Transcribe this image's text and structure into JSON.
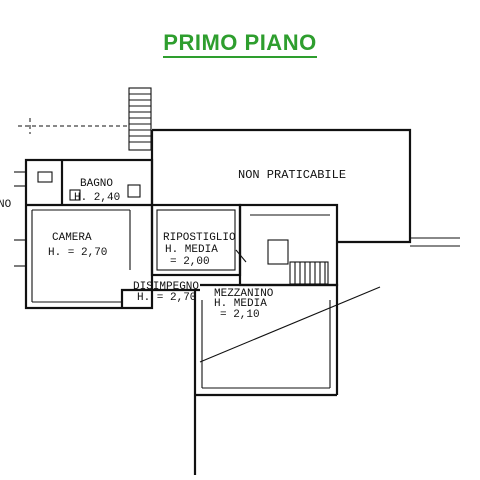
{
  "title": "PRIMO PIANO",
  "colors": {
    "title": "#2e9e2e",
    "lines": "#111111"
  },
  "rooms": {
    "non_praticabile": "NON PRATICABILE",
    "bagno_name": "BAGNO",
    "bagno_height": "H. 2,40",
    "camera_name": "CAMERA",
    "camera_height": "H. = 2,70",
    "ripostiglio_name": "RIPOSTIGLIO",
    "ripostiglio_hmedia": "H. MEDIA",
    "ripostiglio_height": "= 2,00",
    "disimpegno_name": "DISIMPEGNO",
    "disimpegno_height": "H. = 2,70",
    "mezzanino_name": "MEZZANINO",
    "mezzanino_hmedia": "H. MEDIA",
    "mezzanino_height": "= 2,10",
    "edge_fragment": "NO"
  }
}
